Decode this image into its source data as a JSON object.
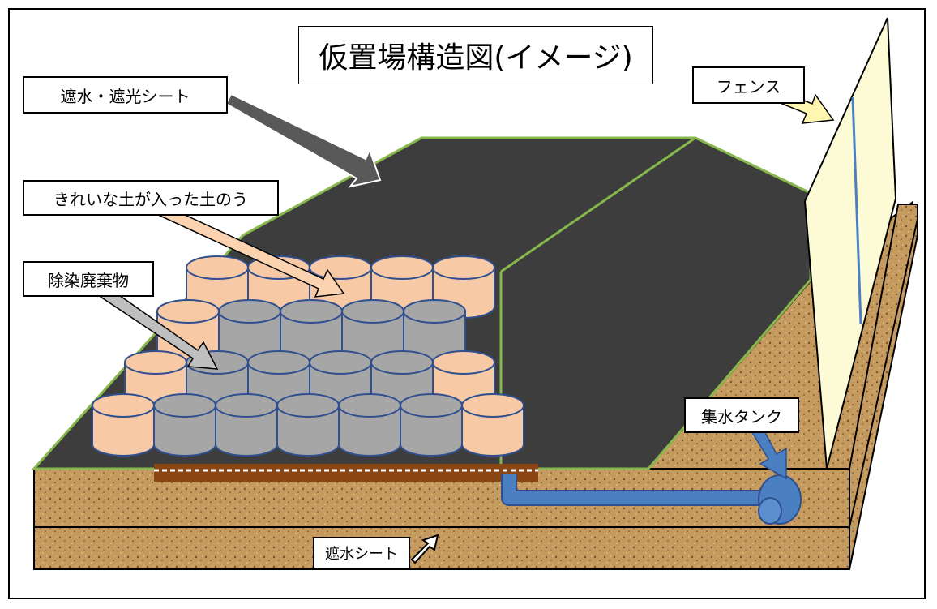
{
  "title": "仮置場構造図(イメージ)",
  "labels": {
    "sheet": "遮水・遮光シート",
    "soil_bags": "きれいな土が入った土のう",
    "waste": "除染廃棄物",
    "fence": "フェンス",
    "tank": "集水タンク",
    "bottom_sheet": "遮水シート"
  },
  "colors": {
    "cover_sheet": "#3d3d3d",
    "sheet_edge": "#86b84c",
    "soil": "#c49a5f",
    "soil_speck": "#7a5530",
    "soil_bag": "#f7c9a5",
    "waste_bag": "#a6a6a6",
    "bag_outline": "#2f4f8f",
    "fence": "#fdfbd6",
    "pipe": "#4a7fc1",
    "gravel_layer": "#8b4513",
    "arrow_sheet": "#595959",
    "arrow_soil": "#fbd3b1",
    "arrow_waste": "#bfbfbf",
    "arrow_fence": "#fff6b0"
  }
}
